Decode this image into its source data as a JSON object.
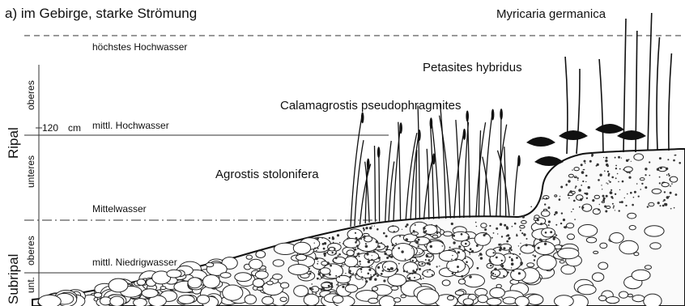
{
  "title": "a) im Gebirge, starke Strömung",
  "zones": {
    "ripal": "Ripal",
    "subripal": "Subripal"
  },
  "subzones": {
    "oberes_ripal": "oberes",
    "unteres_ripal": "unteres",
    "oberes_subripal": "oberes",
    "unteres_subripal": "unt."
  },
  "scale": {
    "value": "120",
    "unit": "cm"
  },
  "water_levels": {
    "hochstes": "höchstes Hochwasser",
    "mittl_hoch": "mittl. Hochwasser",
    "mittel": "Mittelwasser",
    "mittl_niedrig": "mittl. Niedrigwasser"
  },
  "species": {
    "myricaria": "Myricaria germanica",
    "petasites": "Petasites hybridus",
    "calamagrostis": "Calamagrostis pseudophragmites",
    "agrostis": "Agrostis stolonifera"
  }
}
